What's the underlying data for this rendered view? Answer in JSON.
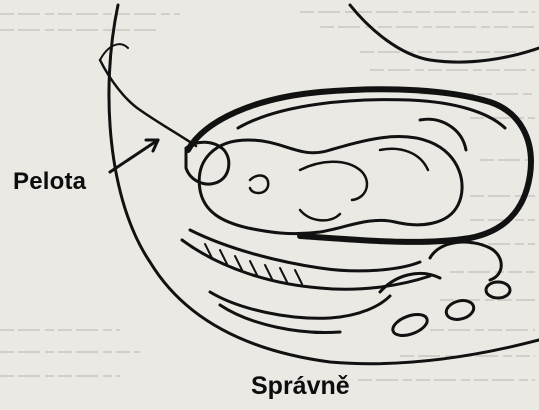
{
  "figure": {
    "callout_label": "Pelota",
    "caption": "Správně"
  },
  "colors": {
    "ink": "#111111",
    "paper": "#ebe9e4",
    "faded_text": "#cfccc6"
  },
  "icons": [
    "arrow-icon",
    "catheter-line",
    "pessary-pelota"
  ]
}
